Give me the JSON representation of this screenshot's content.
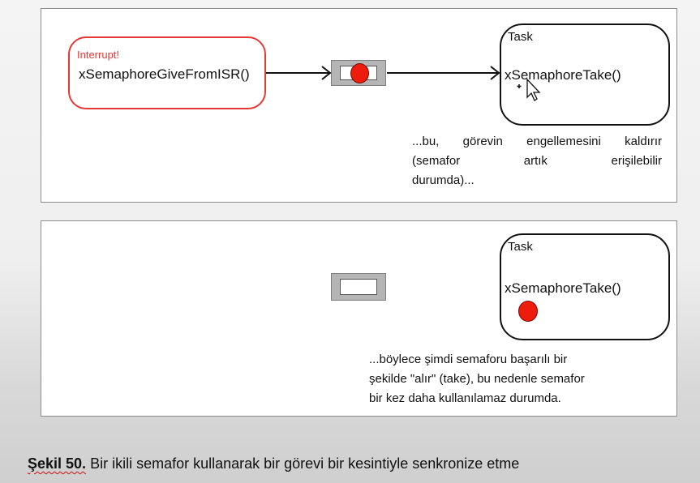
{
  "top_panel": {
    "interrupt": {
      "label": "Interrupt!",
      "function": "xSemaphoreGiveFromISR()"
    },
    "task": {
      "label": "Task",
      "function": "xSemaphoreTake()"
    },
    "note_lines": [
      "...bu, görevin engellemesini kaldırır",
      "(semafor artık erişilebilir",
      "durumda)..."
    ]
  },
  "bottom_panel": {
    "task": {
      "label": "Task",
      "function": "xSemaphoreTake()"
    },
    "note_lines": [
      "...böylece şimdi semaforu başarılı bir",
      "şekilde \"alır\" (take), bu nedenle semafor",
      "bir kez daha kullanılamaz durumda."
    ]
  },
  "caption": {
    "label": "Şekil 50.",
    "text": "Bir ikili semafor kullanarak bir görevi bir kesintiyle senkronize etme"
  },
  "colors": {
    "interrupt_border": "#e53935",
    "token": "#ee1c0c",
    "semaphore_frame": "#b5b5b5"
  },
  "icons": {
    "cursor": "mouse-pointer-icon"
  }
}
